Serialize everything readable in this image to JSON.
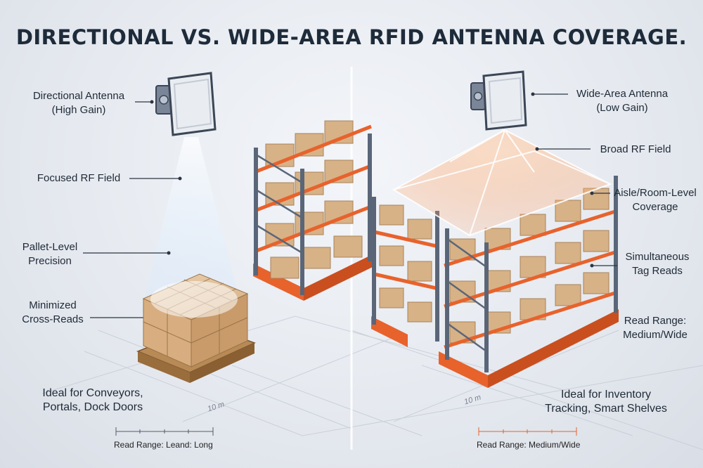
{
  "title": "DIRECTIONAL VS. WIDE-AREA RFID ANTENNA COVERAGE.",
  "left": {
    "antenna": {
      "line1": "Directional Antenna",
      "line2": "(High Gain)"
    },
    "field": "Focused RF Field",
    "precision": {
      "line1": "Pallet-Level",
      "line2": "Precision"
    },
    "cross": {
      "line1": "Minimized",
      "line2": "Cross-Reads"
    },
    "ideal": {
      "line1": "Ideal for Conveyors,",
      "line2": "Portals, Dock Doors"
    },
    "read_range": "Read Range: Leand: Long",
    "measure": "10 m"
  },
  "right": {
    "antenna": {
      "line1": "Wide-Area Antenna",
      "line2": "(Low Gain)"
    },
    "field": "Broad RF Field",
    "coverage": {
      "line1": "Aisle/Room-Level",
      "line2": "Coverage"
    },
    "reads": {
      "line1": "Simultaneous",
      "line2": "Tag Reads"
    },
    "range": {
      "line1": "Read Range:",
      "line2": "Medium/Wide"
    },
    "ideal": {
      "line1": "Ideal for Inventory",
      "line2": "Tracking, Smart Shelves"
    },
    "read_range": "Read Range: Medium/Wide",
    "measure": "10 m"
  },
  "colors": {
    "accent": "#e8622c",
    "frame": "#5a6678",
    "box": "#d9b48a",
    "title": "#1e2b3a"
  }
}
